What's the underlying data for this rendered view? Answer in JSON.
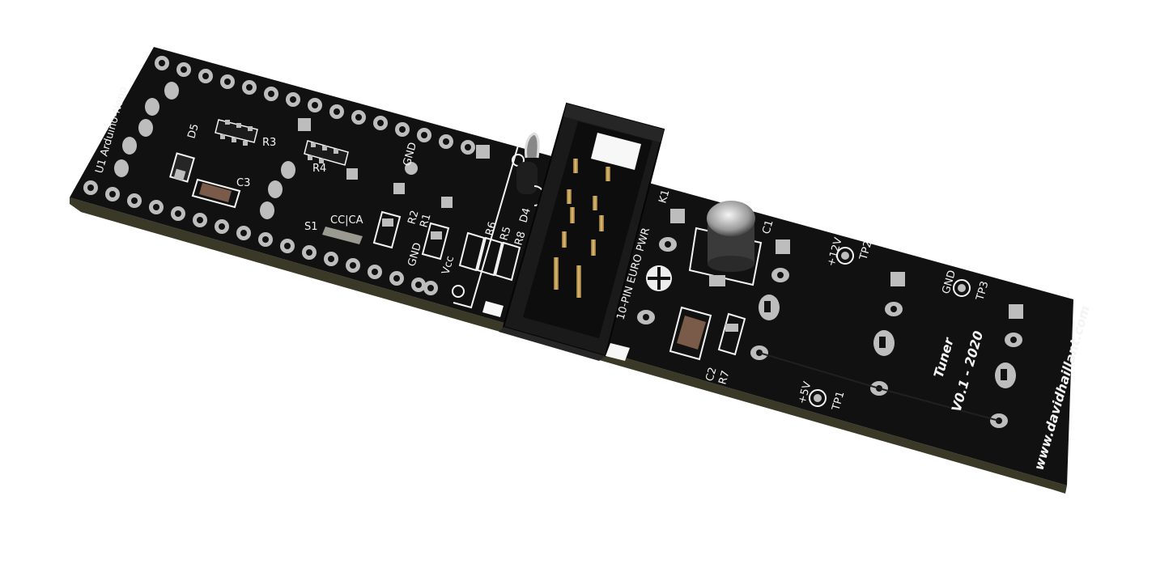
{
  "image": "3D render of Tuner PCB module",
  "silkscreen": {
    "u1": "U1  Arduino-Nano",
    "d5": "D5",
    "c3": "C3",
    "r3": "R3",
    "r4": "R4",
    "s1": "S1",
    "cc_ca": "CC|CA",
    "gnd_top": "GND",
    "gnd_bottom": "GND",
    "vcc": "Vcc",
    "r2": "R2",
    "r1": "R1",
    "r6": "R6",
    "r5": "R5",
    "r8": "R8",
    "d4": "D4",
    "k1": "K1",
    "euro_pwr": "10-PIN EURO PWR",
    "c1": "C1",
    "c2": "C2",
    "r7": "R7",
    "tp2_label": "+12V",
    "tp2": "TP2",
    "tp3_label": "GND",
    "tp3": "TP3",
    "tp1_label": "+5V",
    "tp1": "TP1",
    "title": "Tuner",
    "version": "V0.1 - 2020",
    "website": "www.davidhaillant.com"
  },
  "colors": {
    "board": "#111111",
    "board_edge": "#3a3826",
    "silkscreen": "#f4f4f4",
    "pad": "#bdbdbd",
    "header_pins": "#c8a25a"
  }
}
